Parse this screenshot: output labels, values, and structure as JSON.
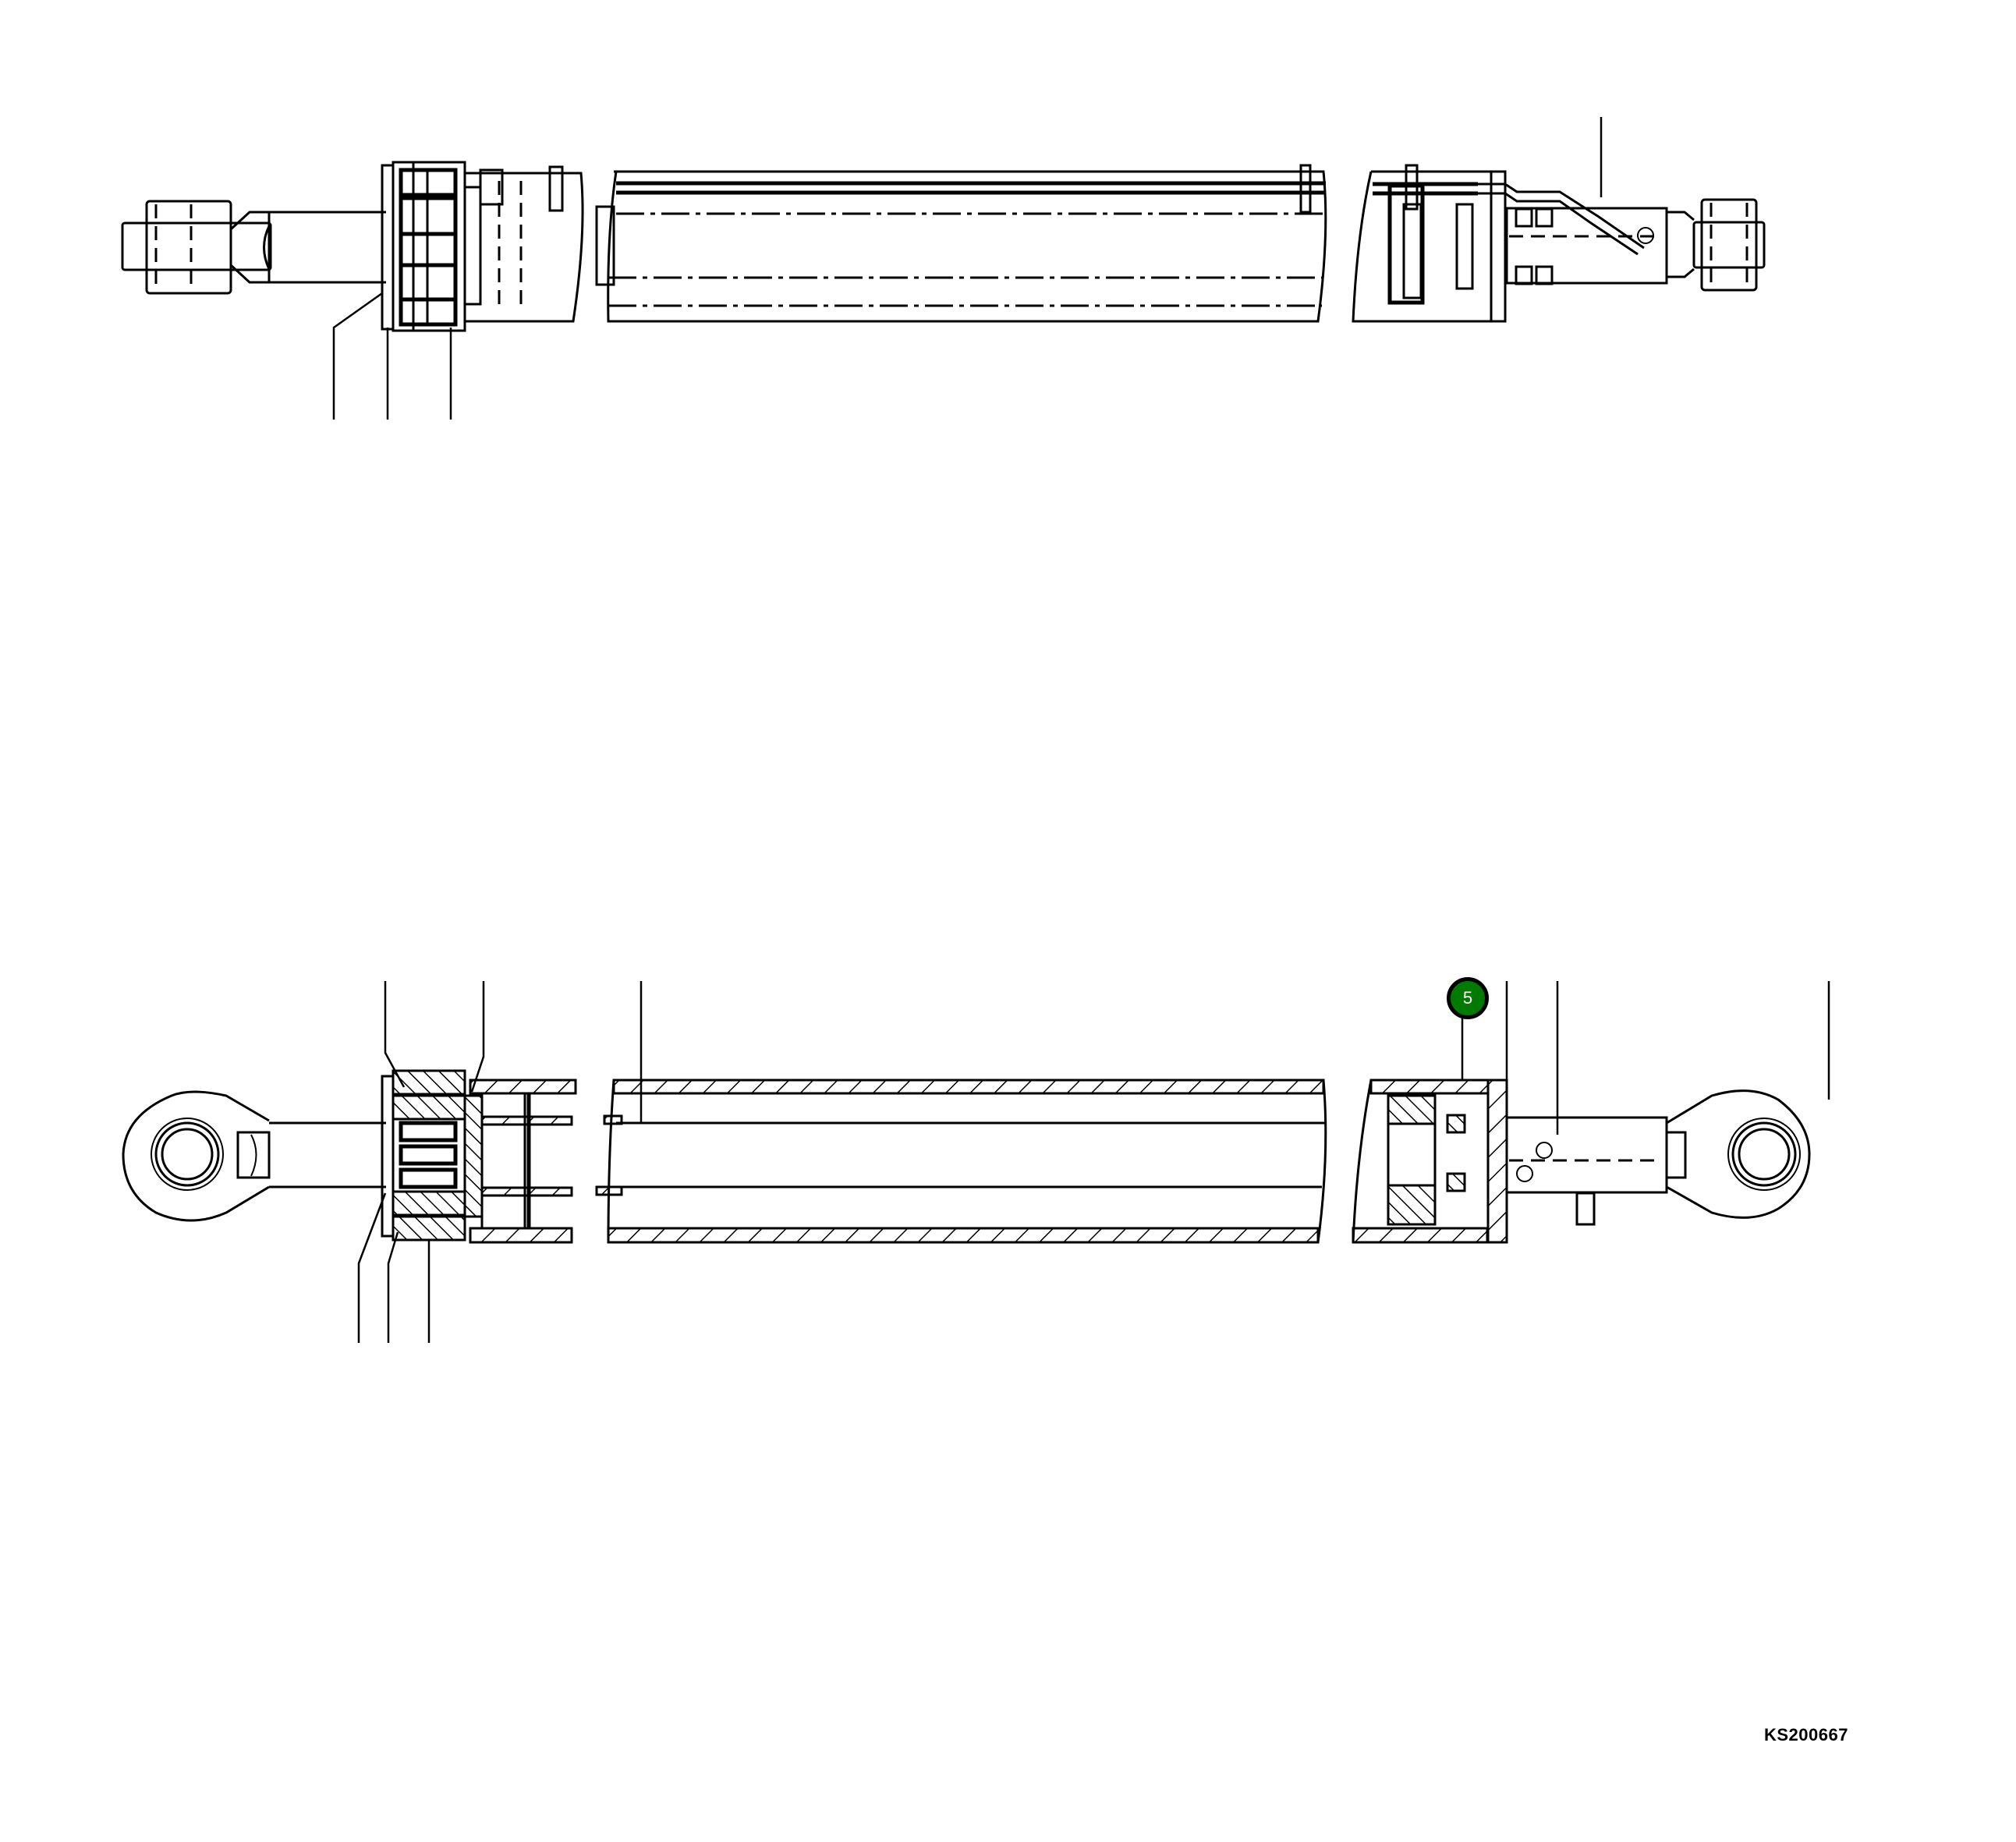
{
  "diagram": {
    "type": "exploded-parts-drawing",
    "subject": "hydraulic cylinder",
    "views": [
      {
        "name": "top-external-view"
      },
      {
        "name": "bottom-section-view"
      }
    ],
    "callouts": [
      {
        "number": "5",
        "color": "#007a00",
        "text_color": "#ffffff",
        "border_color": "#000000"
      }
    ],
    "reference_code": "KS200667"
  }
}
